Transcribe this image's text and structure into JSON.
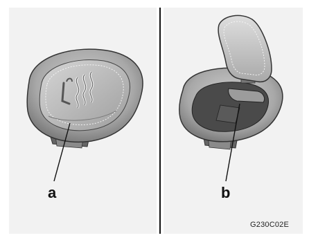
{
  "labels": {
    "left_callout": "a",
    "right_callout": "b"
  },
  "figure_code": "G230C02E"
}
